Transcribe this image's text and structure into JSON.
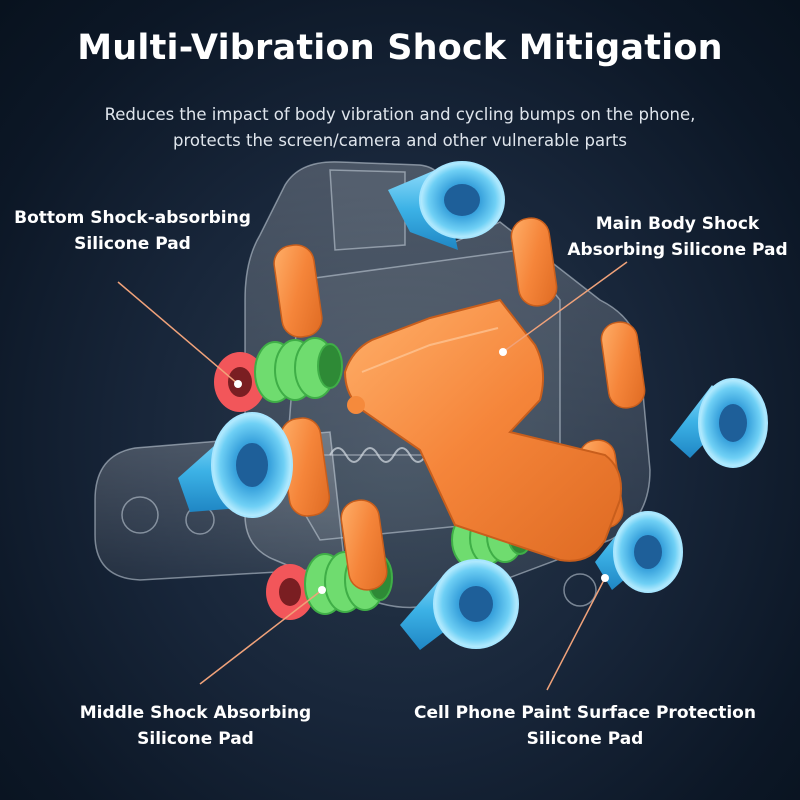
{
  "title": "Multi-Vibration Shock Mitigation",
  "subtitle": {
    "line1": "Reduces the impact of body vibration and cycling bumps on the phone,",
    "line2": "protects the screen/camera and other vulnerable parts"
  },
  "callouts": {
    "bottom": {
      "line1": "Bottom Shock-absorbing",
      "line2": "Silicone Pad"
    },
    "main": {
      "line1": "Main Body Shock",
      "line2": "Absorbing Silicone Pad"
    },
    "middle": {
      "line1": "Middle Shock Absorbing",
      "line2": "Silicone Pad"
    },
    "phone": {
      "line1": "Cell Phone Paint Surface Protection",
      "line2": "Silicone Pad"
    }
  },
  "colors": {
    "background": "#0d1a2a",
    "orange_pad": "#f58a3c",
    "blue_cup": "#4ab8e8",
    "green_ring": "#6fdc6f",
    "red_ring": "#f2565a",
    "leader_line": "#f0a27a"
  }
}
